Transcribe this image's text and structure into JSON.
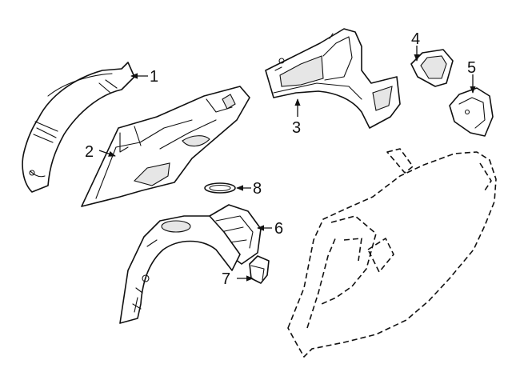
{
  "callouts": [
    {
      "id": "1",
      "label": "1",
      "part": "wheelhouse-liner"
    },
    {
      "id": "2",
      "label": "2",
      "part": "quarter-trim-panel"
    },
    {
      "id": "3",
      "label": "3",
      "part": "quarter-inner-panel"
    },
    {
      "id": "4",
      "label": "4",
      "part": "fuel-door-housing"
    },
    {
      "id": "5",
      "label": "5",
      "part": "fuel-door"
    },
    {
      "id": "6",
      "label": "6",
      "part": "wheelhouse-extension"
    },
    {
      "id": "7",
      "label": "7",
      "part": "bracket"
    },
    {
      "id": "8",
      "label": "8",
      "part": "seal-ring"
    }
  ],
  "colors": {
    "line": "#111111",
    "background": "#ffffff",
    "shade": "#e6e6e6"
  }
}
